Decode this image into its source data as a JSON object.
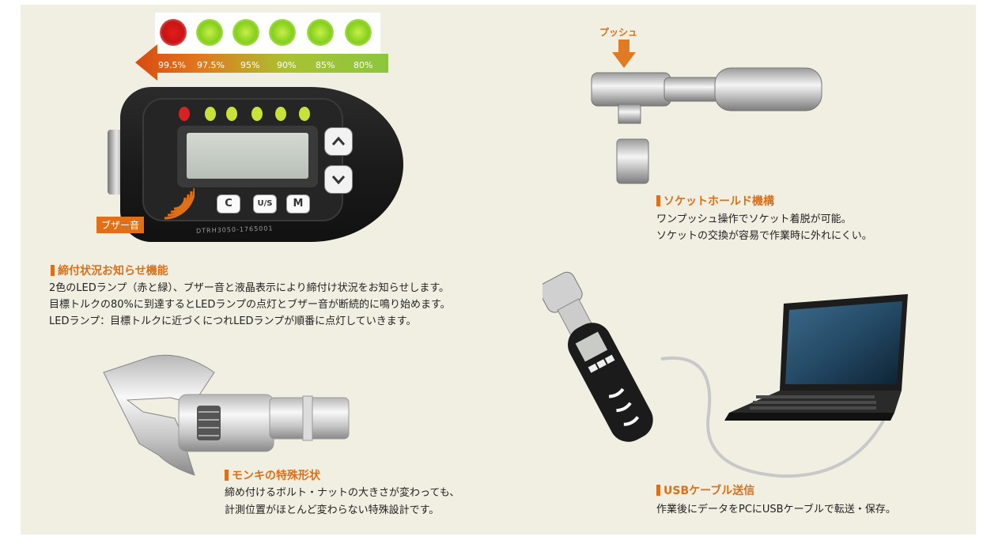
{
  "led_panel": {
    "percentages": [
      "99.5%",
      "97.5%",
      "95%",
      "90%",
      "85%",
      "80%"
    ]
  },
  "buzzer": {
    "label": "ブザー音"
  },
  "device": {
    "buttons": [
      "C",
      "U/S",
      "M"
    ],
    "serial": "DTRH3050-1765001"
  },
  "push": {
    "label": "プッシュ"
  },
  "sections": {
    "notification": {
      "title": "締付状況お知らせ機能",
      "lines": [
        "2色のLEDランプ（赤と緑）、ブザー音と液晶表示により締付け状況をお知らせします。",
        "目標トルクの80%に到達するとLEDランプの点灯とブザー音が断続的に鳴り始めます。",
        "LEDランプ：目標トルクに近づくにつれLEDランプが順番に点灯していきます。"
      ]
    },
    "socket": {
      "title": "ソケットホールド機構",
      "lines": [
        "ワンプッシュ操作でソケット着脱が可能。",
        "ソケットの交換が容易で作業時に外れにくい。"
      ]
    },
    "monkey": {
      "title": "モンキの特殊形状",
      "lines": [
        "締め付けるボルト・ナットの大きさが変わっても、",
        "計測位置がほとんど変わらない特殊設計です。"
      ]
    },
    "usb": {
      "title": "USBケーブル送信",
      "lines": [
        "作業後にデータをPCにUSBケーブルで転送・保存。"
      ]
    }
  },
  "colors": {
    "accent": "#d9711c",
    "background": "#f1eee2",
    "led_green": "#8fd323",
    "led_red": "#d41a1a"
  }
}
